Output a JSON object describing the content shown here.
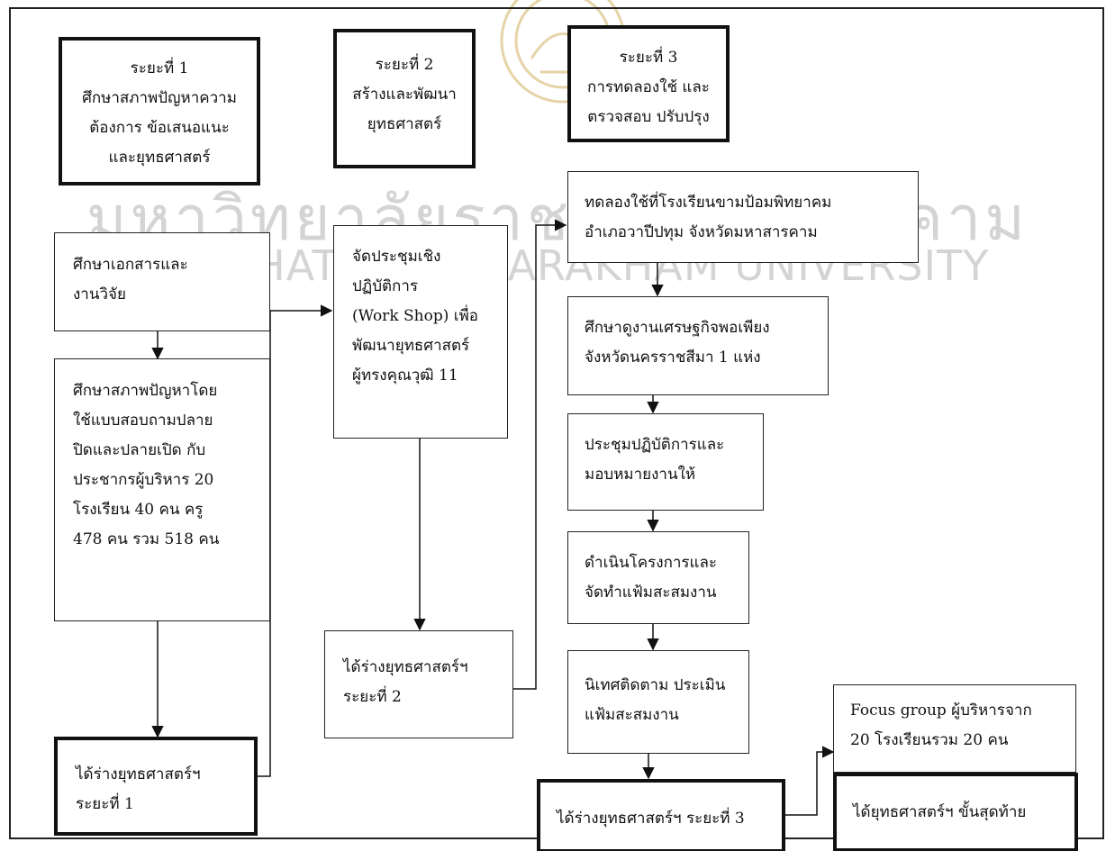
{
  "watermark": {
    "line1": "มหาวิทยาลัยราชภัฏมหาสารคาม",
    "line2": "RAJABHAT MAHASARAKHAM UNIVERSITY"
  },
  "phase1": {
    "header": "ระยะที่ 1\nศึกษาสภาพปัญหาความ\nต้องการ ข้อเสนอแนะ\nและยุทธศาสตร์",
    "step1": "ศึกษาเอกสารและ\nงานวิจัย",
    "step2": "ศึกษาสภาพปัญหาโดย\nใช้แบบสอบถามปลาย\nปิดและปลายเปิด กับ\nประชากรผู้บริหาร  20\nโรงเรียน  40 คน ครู\n478 คน รวม 518 คน",
    "result": "ได้ร่างยุทธศาสตร์ฯ\nระยะที่  1"
  },
  "phase2": {
    "header": "ระยะที่ 2\nสร้างและพัฒนา\nยุทธศาสตร์",
    "step1": "จัดประชุมเชิง\nปฏิบัติการ\n(Work Shop) เพื่อ\nพัฒนายุทธศาสตร์\nผู้ทรงคุณวุฒิ  11",
    "result": "ได้ร่างยุทธศาสตร์ฯ\nระยะที่  2"
  },
  "phase3": {
    "header": "ระยะที่  3\nการทดลองใช้ และ\nตรวจสอบ ปรับปรุง",
    "step1": "ทดลองใช้ที่โรงเรียนขามป้อมพิทยาคม\nอำเภอวาปีปทุม จังหวัดมหาสารคาม",
    "step2": "ศึกษาดูงานเศรษฐกิจพอเพียง\nจังหวัดนครราชสีมา 1 แห่ง",
    "step3": "ประชุมปฏิบัติการและ\nมอบหมายงานให้",
    "step4": "ดำเนินโครงการและ\nจัดทำแฟ้มสะสมงาน",
    "step5": "นิเทศติดตาม ประเมิน\nแฟ้มสะสมงาน",
    "result": "ได้ร่างยุทธศาสตร์ฯ ระยะที่ 3"
  },
  "final": {
    "focus": "Focus group ผู้บริหารจาก\n20 โรงเรียนรวม 20  คน",
    "result": "ได้ยุทธศาสตร์ฯ ขั้นสุดท้าย"
  }
}
